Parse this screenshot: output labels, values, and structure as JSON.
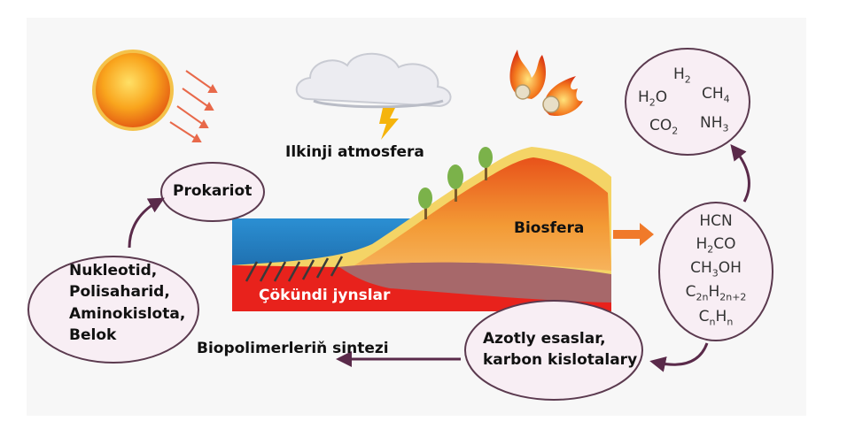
{
  "labels": {
    "atmosphere": "Ilkinji atmosfera",
    "biosphere": "Biosfera",
    "sediment": "Çökündi jynslar",
    "biopolymer_synthesis": "Biopolimerleriň sintezi"
  },
  "nodes": {
    "prokaryote": "Prokariot",
    "biopolymers": [
      "Nukleotid,",
      "Polisaharid,",
      "Aminokislota,",
      "Belok"
    ],
    "nitrogen_bases": [
      "Azotly esaslar,",
      "karbon kislotalary"
    ]
  },
  "gases": [
    {
      "base": "H",
      "sub": "2",
      "tail": ""
    },
    {
      "base": "H",
      "sub": "2",
      "tail": "O"
    },
    {
      "base": "CH",
      "sub": "4",
      "tail": ""
    },
    {
      "base": "CO",
      "sub": "2",
      "tail": ""
    },
    {
      "base": "NH",
      "sub": "3",
      "tail": ""
    }
  ],
  "organics": [
    {
      "parts": [
        "HCN"
      ]
    },
    {
      "parts": [
        "H",
        "_2",
        "CO"
      ]
    },
    {
      "parts": [
        "CH",
        "_3",
        "OH"
      ]
    },
    {
      "parts": [
        "C",
        "_2n",
        "H",
        "_2n+2"
      ]
    },
    {
      "parts": [
        "C",
        "_n",
        "H",
        "_n"
      ]
    }
  ],
  "colors": {
    "arrow_primary": "#5a2a4a",
    "arrow_biosphere": "#f07a2a",
    "bubble_fill": "#f8eef4",
    "bubble_stroke": "#5b3a4f",
    "sea": "#2f8fd0",
    "lava_red": "#e8221c",
    "mountain_orange": "#f08a2a",
    "sand": "#f4d466",
    "sun": "#f7a21a"
  }
}
